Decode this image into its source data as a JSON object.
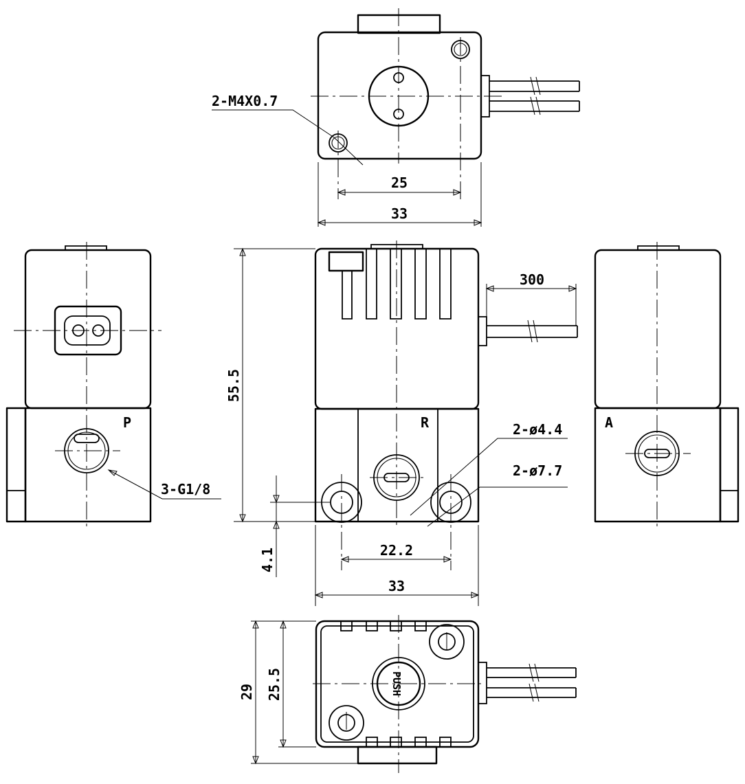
{
  "colors": {
    "line": "#000000",
    "background": "#ffffff"
  },
  "top_view": {
    "thread_callout": "2-M4X0.7",
    "hole_spacing": "25",
    "width": "33"
  },
  "front_view": {
    "height": "55.5",
    "cable_length": "300",
    "port_label": "R",
    "hole_callout_small": "2-ø4.4",
    "hole_callout_large": "2-ø7.7",
    "hole_spacing": "22.2",
    "hole_offset": "4.1",
    "width": "33"
  },
  "left_view": {
    "port_label": "P",
    "port_callout": "3-G1/8"
  },
  "right_view": {
    "port_label": "A"
  },
  "bottom_view": {
    "button_text": "PUSH",
    "depth_outer": "29",
    "depth_inner": "25.5"
  }
}
